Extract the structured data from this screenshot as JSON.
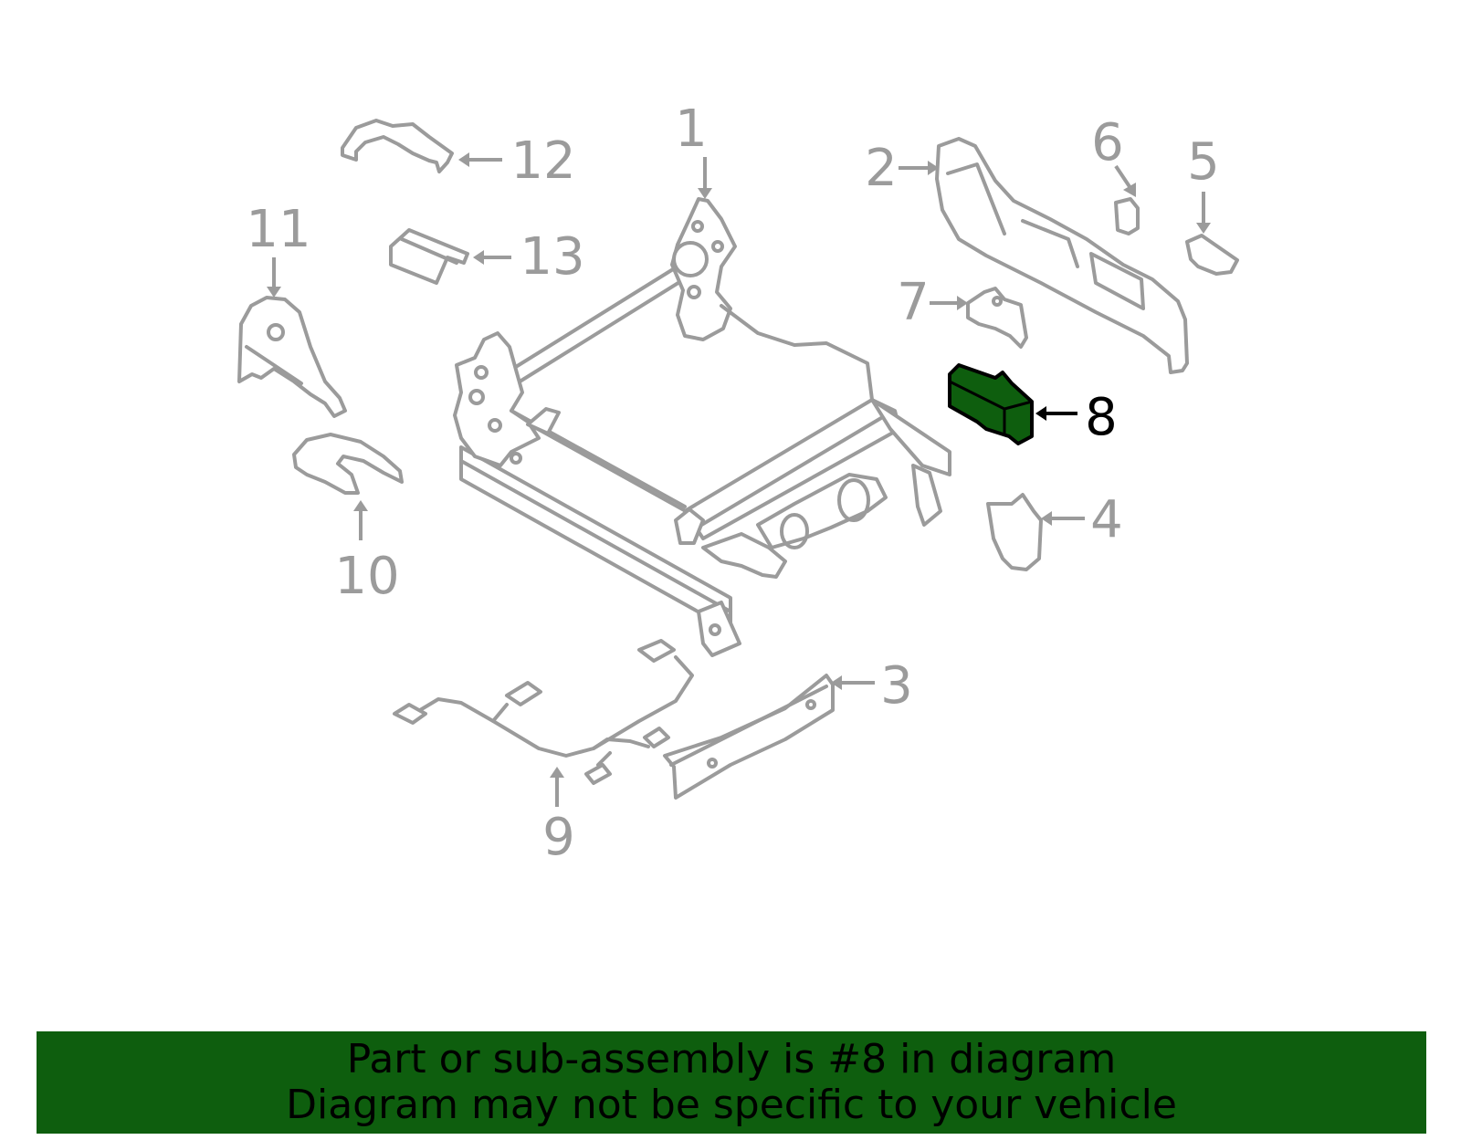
{
  "callouts": {
    "c1": "1",
    "c2": "2",
    "c3": "3",
    "c4": "4",
    "c5": "5",
    "c6": "6",
    "c7": "7",
    "c8": "8",
    "c9": "9",
    "c10": "10",
    "c11": "11",
    "c12": "12",
    "c13": "13"
  },
  "banner": {
    "line1": "Part or sub-assembly is #8 in diagram",
    "line2": "Diagram may not be specific to your vehicle"
  },
  "colors": {
    "highlight_part": "#0e5e0e",
    "banner_background": "#0e5e0e",
    "part_outline": "#9b9b9b",
    "active_callout": "#000000"
  }
}
